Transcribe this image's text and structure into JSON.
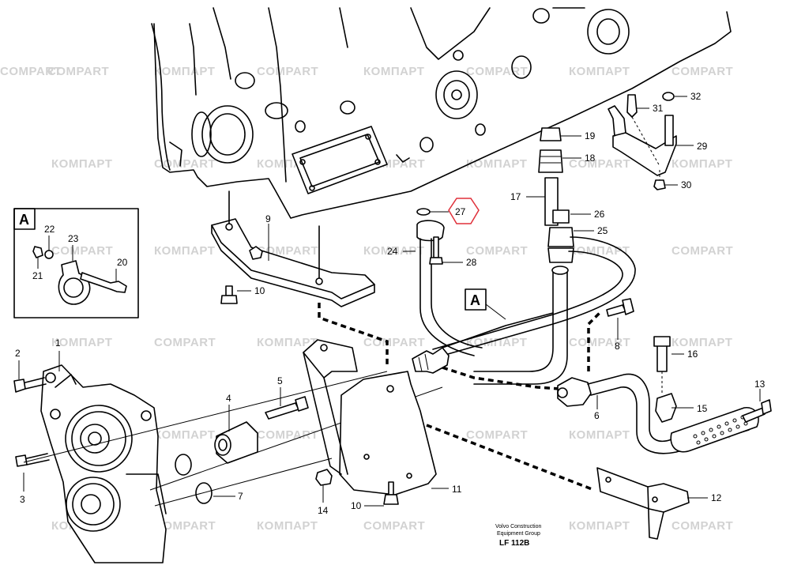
{
  "watermark": {
    "text_cyr": "КОМПАРТ",
    "text_lat": "COMPART",
    "color": "#d2d2d2"
  },
  "callouts": {
    "c1": "1",
    "c2": "2",
    "c3": "3",
    "c4": "4",
    "c5": "5",
    "c6": "6",
    "c7": "7",
    "c8": "8",
    "c9": "9",
    "c10a": "10",
    "c10b": "10",
    "c11": "11",
    "c12": "12",
    "c13": "13",
    "c14": "14",
    "c15": "15",
    "c16": "16",
    "c17": "17",
    "c18": "18",
    "c19": "19",
    "c20": "20",
    "c21": "21",
    "c22": "22",
    "c23": "23",
    "c24": "24",
    "c25": "25",
    "c26": "26",
    "c27": "27",
    "c28": "28",
    "c29": "29",
    "c30": "30",
    "c31": "31",
    "c32": "32"
  },
  "detail_view": {
    "label": "A"
  },
  "section_marker": {
    "label": "A"
  },
  "highlight_color": "#e0303a",
  "caption": {
    "line1": "Volvo Construction",
    "line2": "Equipment Group",
    "code": "LF 112B"
  }
}
